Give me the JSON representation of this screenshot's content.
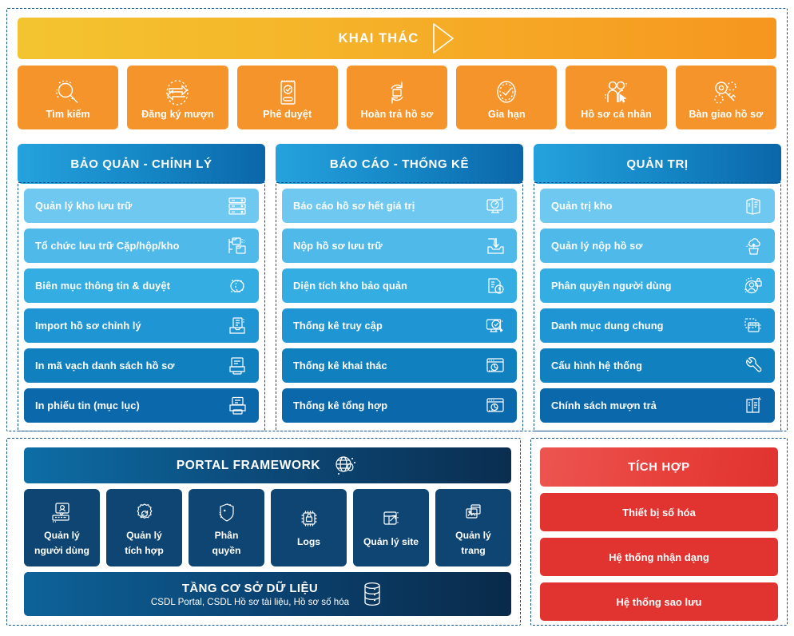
{
  "exploitation": {
    "banner_title": "KHAI THÁC",
    "tiles": [
      {
        "label": "Tìm kiếm",
        "icon": "magnifier-icon"
      },
      {
        "label": "Đăng ký mượn",
        "icon": "exchange-arrows-icon"
      },
      {
        "label": "Phê duyệt",
        "icon": "approval-document-icon"
      },
      {
        "label": "Hoàn trả hồ sơ",
        "icon": "return-refresh-icon"
      },
      {
        "label": "Gia hạn",
        "icon": "check-badge-icon"
      },
      {
        "label": "Hồ sơ cá nhân",
        "icon": "users-select-icon"
      },
      {
        "label": "Bàn giao hồ sơ",
        "icon": "key-handover-icon"
      }
    ]
  },
  "columns": [
    {
      "title": "BẢO QUẢN - CHỈNH LÝ",
      "items": [
        {
          "label": "Quản lý kho lưu trữ",
          "icon": "server-rack-icon"
        },
        {
          "label": "Tổ chức lưu trữ Cặp/hộp/kho",
          "icon": "folders-organize-icon"
        },
        {
          "label": "Biên mục thông tin & duyệt",
          "icon": "catalog-disc-icon"
        },
        {
          "label": "Import hồ sơ chỉnh lý",
          "icon": "import-folder-icon"
        },
        {
          "label": "In mã vạch danh sách hồ sơ",
          "icon": "printer-barcode-icon"
        },
        {
          "label": "In phiếu tin (mục lục)",
          "icon": "printer-icon"
        }
      ]
    },
    {
      "title": "BÁO CÁO - THỐNG KÊ",
      "items": [
        {
          "label": "Báo cáo hồ sơ hết giá trị",
          "icon": "monitor-gauge-icon"
        },
        {
          "label": "Nộp hồ sơ lưu trữ",
          "icon": "upload-tray-icon"
        },
        {
          "label": "Diện tích kho bảo quản",
          "icon": "archive-clock-icon"
        },
        {
          "label": "Thống kê truy cập",
          "icon": "monitor-access-icon"
        },
        {
          "label": "Thống kê khai thác",
          "icon": "window-piechart-icon"
        },
        {
          "label": "Thống kê tổng hợp",
          "icon": "window-piechart-icon"
        }
      ]
    },
    {
      "title": "QUẢN TRỊ",
      "items": [
        {
          "label": "Quản trị kho",
          "icon": "warehouse-icon"
        },
        {
          "label": "Quản lý nộp hồ sơ",
          "icon": "cloud-upload-bin-icon"
        },
        {
          "label": "Phân quyền người dùng",
          "icon": "user-lock-icon"
        },
        {
          "label": "Danh mục dung chung",
          "icon": "windows-stack-icon"
        },
        {
          "label": "Cấu hình hệ thống",
          "icon": "wrench-icon"
        },
        {
          "label": "Chính sách mượn trả",
          "icon": "policy-documents-icon"
        }
      ]
    }
  ],
  "portal": {
    "header_title": "PORTAL FRAMEWORK",
    "header_icon": "globe-icon",
    "tiles": [
      {
        "label": "Quản lý\nngười dùng",
        "line1": "Quản lý",
        "line2": "người dùng",
        "icon": "user-card-icon"
      },
      {
        "label": "Quản lý\ntích hợp",
        "line1": "Quản lý",
        "line2": "tích hợp",
        "icon": "gear-sync-icon"
      },
      {
        "label": "Phân\nquyền",
        "line1": "Phân",
        "line2": "quyền",
        "icon": "shield-icon"
      },
      {
        "label": "Logs",
        "line1": "Logs",
        "line2": "",
        "icon": "chip-lock-icon"
      },
      {
        "label": "Quản lý site",
        "line1": "Quản lý site",
        "line2": "",
        "icon": "site-arrow-icon"
      },
      {
        "label": "Quản lý\ntrang",
        "line1": "Quản lý",
        "line2": "trang",
        "icon": "pages-image-icon"
      }
    ],
    "database": {
      "title": "TẦNG CƠ SỞ DỮ LIỆU",
      "subtitle": "CSDL Portal, CSDL Hồ sơ tài liệu, Hồ sơ số hóa",
      "icon": "database-icon"
    }
  },
  "integration": {
    "header_title": "TÍCH HỢP",
    "items": [
      {
        "label": "Thiết bị số hóa"
      },
      {
        "label": "Hệ thống nhận dạng"
      },
      {
        "label": "Hệ thống sao lưu"
      }
    ]
  },
  "colors": {
    "banner_from": "#f4c430",
    "banner_to": "#f6961f",
    "tile_orange": "#f5942a",
    "column_header_from": "#25a2dd",
    "column_header_to": "#0b66a8",
    "portal_navy": "#0e4572",
    "integration_red": "#e1332f",
    "dashed_border": "#14548c"
  }
}
